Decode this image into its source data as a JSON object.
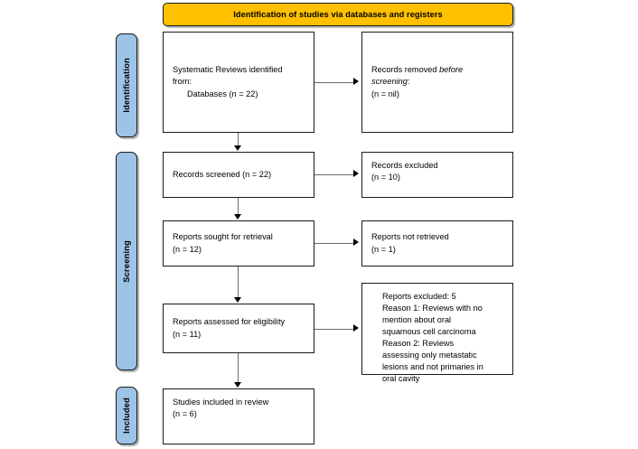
{
  "banner": {
    "title": "Identification of studies via databases and registers"
  },
  "colors": {
    "banner_fill": "#FFC000",
    "stage_fill": "#9DC3E6",
    "box_border": "#1a1a1a",
    "connector": "#6b6b6b"
  },
  "stages": [
    {
      "label": "Identification"
    },
    {
      "label": "Screening"
    },
    {
      "label": "Included"
    }
  ],
  "boxes": {
    "identified": {
      "line1": "Systematic Reviews identified",
      "line2": "from:",
      "line3": "Databases (n = 22)"
    },
    "removed": {
      "line1_prefix": "Records removed ",
      "line1_em": "before",
      "line2_em": "screening",
      "line2_suffix": ":",
      "line3": "(n = nil)"
    },
    "screened": {
      "line1": "Records screened (n = 22)"
    },
    "excluded": {
      "line1": "Records excluded",
      "line2": "(n = 10)"
    },
    "sought": {
      "line1": "Reports sought for retrieval",
      "line2": "(n = 12)"
    },
    "not_retrieved": {
      "line1": "Reports not retrieved",
      "line2": "(n = 1)"
    },
    "eligibility": {
      "line1": "Reports assessed for eligibility",
      "line2": "(n = 11)"
    },
    "reasons": {
      "line1": "Reports excluded: 5",
      "line2": "Reason 1: Reviews with no",
      "line3": "mention about oral",
      "line4": "squamous cell carcinoma",
      "line5": "Reason 2: Reviews",
      "line6": "assessing only metastatic",
      "line7": "lesions and not primaries in",
      "line8": "oral cavity"
    },
    "included": {
      "line1": "Studies included in review",
      "line2": "(n = 6)"
    }
  }
}
